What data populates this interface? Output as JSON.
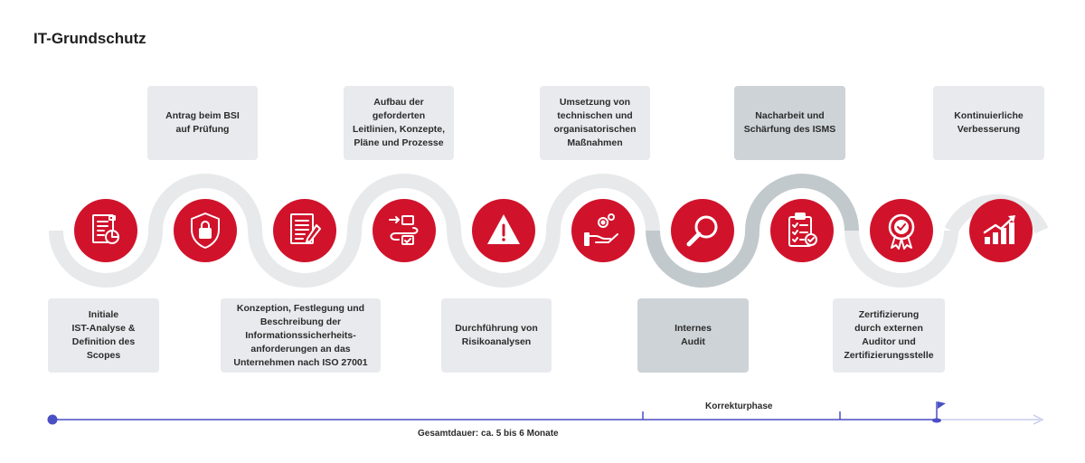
{
  "title": "IT-Grundschutz",
  "steps": [
    {
      "label": "Initiale\nIST-Analyse &\nDefinition des\nScopes",
      "icon": "report-analysis-icon"
    },
    {
      "label": "Antrag beim BSI\nauf Prüfung",
      "icon": "shield-lock-icon"
    },
    {
      "label": "Konzeption, Festlegung und\nBeschreibung der\nInformationssicherheits-\nanforderungen an das\nUnternehmen nach ISO 27001",
      "icon": "document-pen-icon"
    },
    {
      "label": "Aufbau der\ngeforderten\nLeitlinien, Konzepte,\nPläne und Prozesse",
      "icon": "process-flow-icon"
    },
    {
      "label": "Durchführung von\nRisikoanalysen",
      "icon": "warning-triangle-icon"
    },
    {
      "label": "Umsetzung von\ntechnischen und\norganisatorischen\nMaßnahmen",
      "icon": "hand-gears-icon"
    },
    {
      "label": "Internes\nAudit",
      "icon": "magnifier-icon"
    },
    {
      "label": "Nacharbeit und\nSchärfung des ISMS",
      "icon": "clipboard-check-icon"
    },
    {
      "label": "Zertifizierung\ndurch externen\nAuditor und\nZertifizierungsstelle",
      "icon": "award-badge-icon"
    },
    {
      "label": "Kontinuierliche\nVerbesserung",
      "icon": "growth-chart-icon"
    }
  ],
  "timeline": {
    "total_label": "Gesamtdauer: ca. 5 bis 6 Monate",
    "phase_label": "Korrekturphase"
  },
  "colors": {
    "circle": "#d0132b",
    "track": "#e7e9eb",
    "track_highlight": "#c2c9cd",
    "timeline": "#4a4fc4",
    "timeline_faded": "#c9ccef"
  }
}
